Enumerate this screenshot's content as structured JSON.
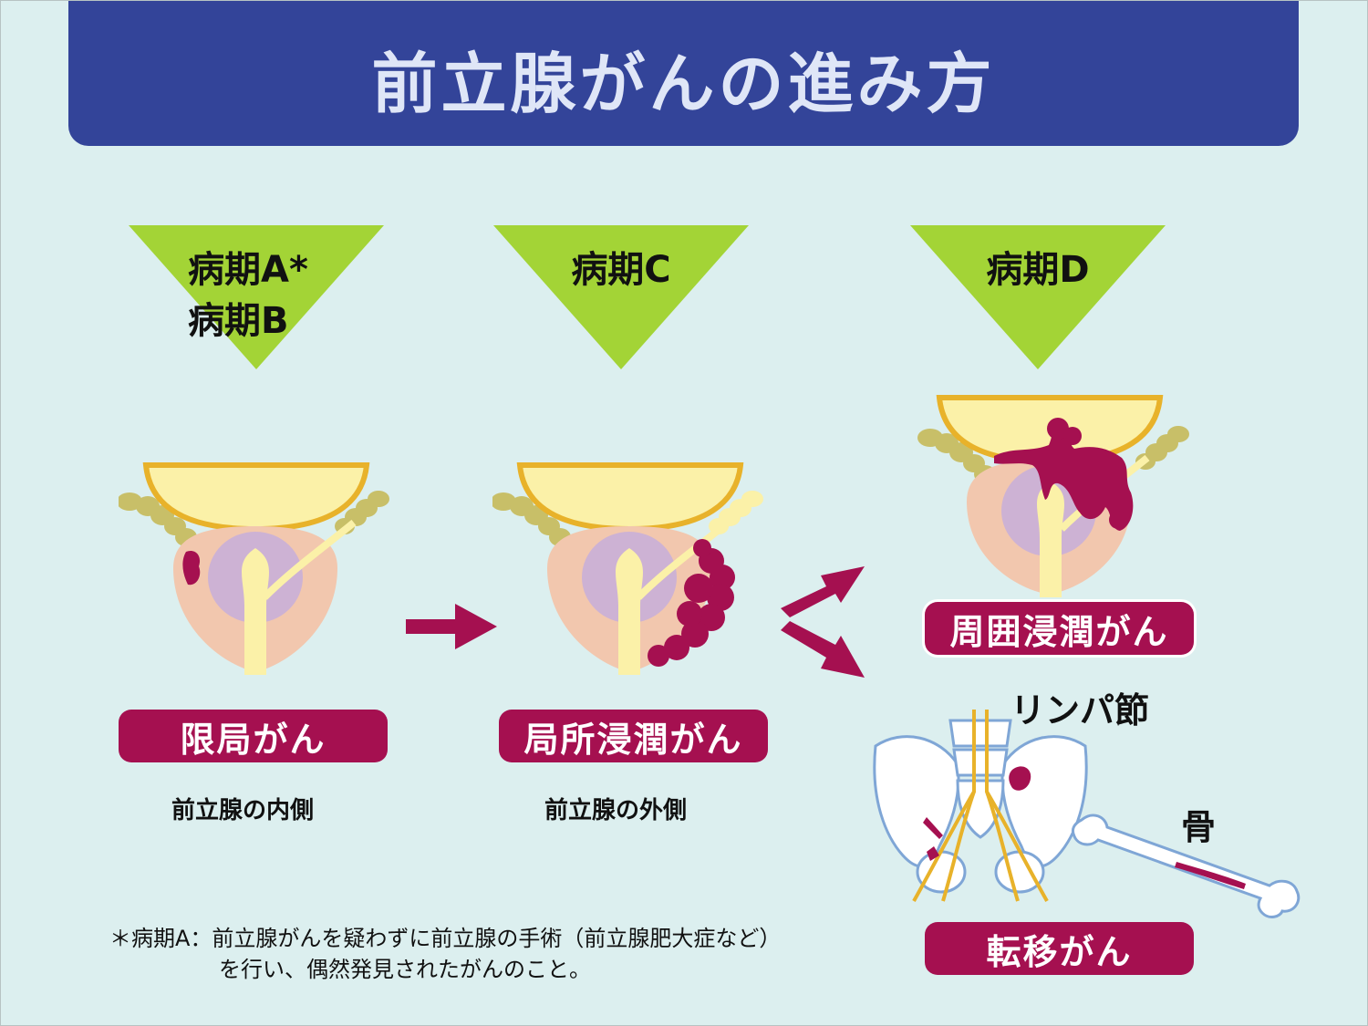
{
  "title": "前立腺がんの進み方",
  "stages": [
    {
      "line1": "病期A*",
      "line2": "病期B",
      "type_label": "限局がん",
      "caption": "前立腺の内側"
    },
    {
      "line1": "病期C",
      "type_label": "局所浸潤がん",
      "caption": "前立腺の外側"
    },
    {
      "line1": "病期D",
      "type_label": "周囲浸潤がん"
    }
  ],
  "metastasis": {
    "lymph_label": "リンパ節",
    "bone_label": "骨",
    "type_label": "転移がん"
  },
  "footnote": {
    "line1": "＊病期A：前立腺がんを疑わずに前立腺の手術（前立腺肥大症など）",
    "line2": "を行い、偶然発見されたがんのこと。"
  },
  "colors": {
    "banner": "#334499",
    "background": "#dcefef",
    "triangle": "#a3d436",
    "accent": "#a51050",
    "bladder": "#fbf1a8",
    "bladder_rim": "#e8b22a",
    "prostate": "#f2c7ae",
    "inner_zone": "#cdb2d4"
  }
}
